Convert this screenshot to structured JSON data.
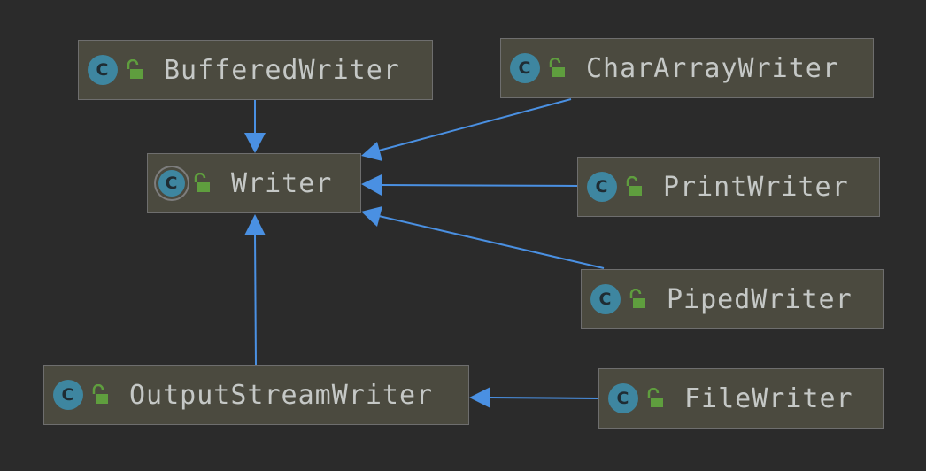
{
  "colors": {
    "background": "#2b2b2b",
    "node_fill": "#4b4a3f",
    "node_border": "#6e6e6e",
    "text": "#c5c8c6",
    "class_icon": "#3e86a0",
    "lock_icon": "#5f9e3e",
    "arrow": "#4a90e2"
  },
  "class_icon_letter": "C",
  "nodes": {
    "buffered_writer": {
      "label": "BufferedWriter",
      "icon": "class-icon"
    },
    "char_array_writer": {
      "label": "CharArrayWriter",
      "icon": "class-icon"
    },
    "writer": {
      "label": "Writer",
      "icon": "abstract-class-icon"
    },
    "print_writer": {
      "label": "PrintWriter",
      "icon": "class-icon"
    },
    "piped_writer": {
      "label": "PipedWriter",
      "icon": "class-icon"
    },
    "output_stream_writer": {
      "label": "OutputStreamWriter",
      "icon": "class-icon"
    },
    "file_writer": {
      "label": "FileWriter",
      "icon": "class-icon"
    }
  },
  "edges": [
    {
      "from": "BufferedWriter",
      "to": "Writer",
      "type": "extends"
    },
    {
      "from": "CharArrayWriter",
      "to": "Writer",
      "type": "extends"
    },
    {
      "from": "PrintWriter",
      "to": "Writer",
      "type": "extends"
    },
    {
      "from": "PipedWriter",
      "to": "Writer",
      "type": "extends"
    },
    {
      "from": "OutputStreamWriter",
      "to": "Writer",
      "type": "extends"
    },
    {
      "from": "FileWriter",
      "to": "OutputStreamWriter",
      "type": "extends"
    }
  ]
}
